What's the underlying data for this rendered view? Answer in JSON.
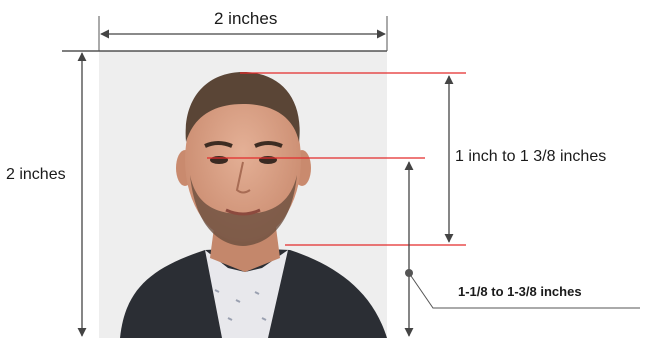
{
  "labels": {
    "photo_width": "2 inches",
    "photo_height": "2 inches",
    "head_height": "1 inch to 1 3/8 inches",
    "eye_height": "1-1/8 to 1-3/8 inches"
  },
  "colors": {
    "guide_line": "#e32b2b",
    "dimension_line": "#444444",
    "photo_background": "#eeeeee",
    "suit": "#2b2e34",
    "shirt": "#e8e8ec",
    "skin": "#d89f84",
    "hair": "#5a4536"
  }
}
